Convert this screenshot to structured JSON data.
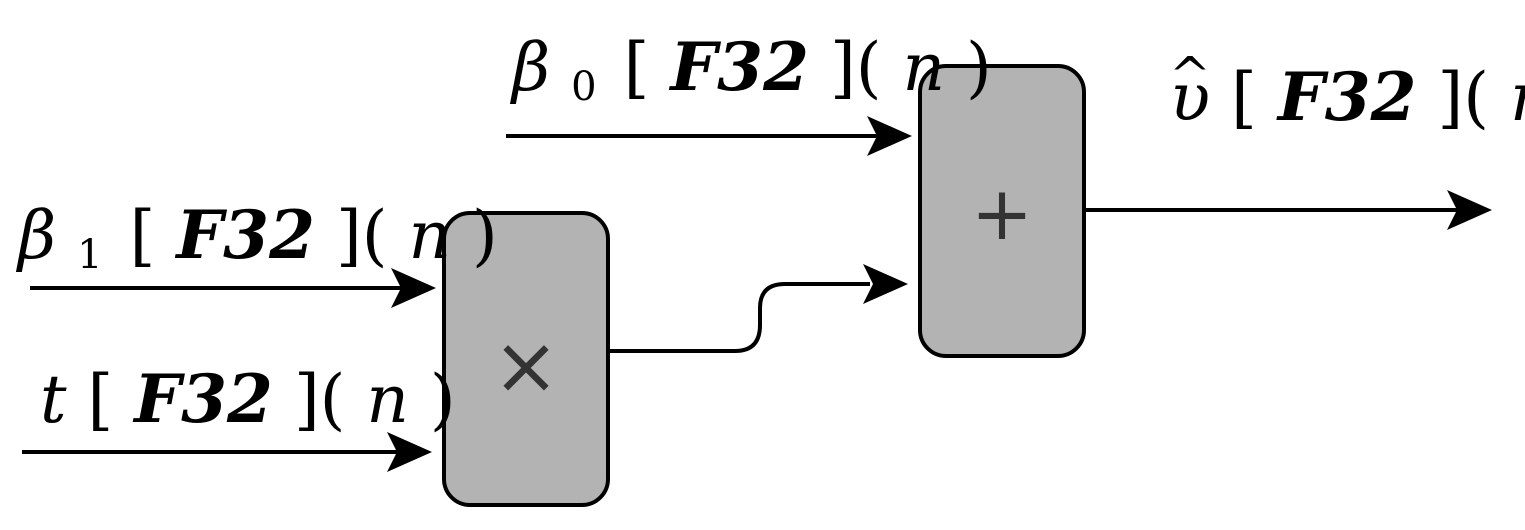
{
  "diagram": {
    "inputs": {
      "beta1": {
        "symbol": "β",
        "subscript": "1",
        "open": "[",
        "type": "F32",
        "close": "](",
        "index": "n",
        "end": ")"
      },
      "t": {
        "symbol": "t",
        "open": "[",
        "type": "F32",
        "close": "](",
        "index": "n",
        "end": ")"
      },
      "beta0": {
        "symbol": "β",
        "subscript": "0",
        "open": "[",
        "type": "F32",
        "close": "](",
        "index": "n",
        "end": ")"
      }
    },
    "output": {
      "symbol": "υ",
      "hat": "^",
      "open": "[",
      "type": "F32",
      "close": "](",
      "index": "n",
      "end": ")"
    },
    "blocks": {
      "multiply": {
        "operator": "×"
      },
      "add": {
        "operator": "+"
      }
    },
    "colors": {
      "block_fill": "#b3b3b3",
      "block_stroke": "#000000",
      "wire": "#000000"
    }
  }
}
